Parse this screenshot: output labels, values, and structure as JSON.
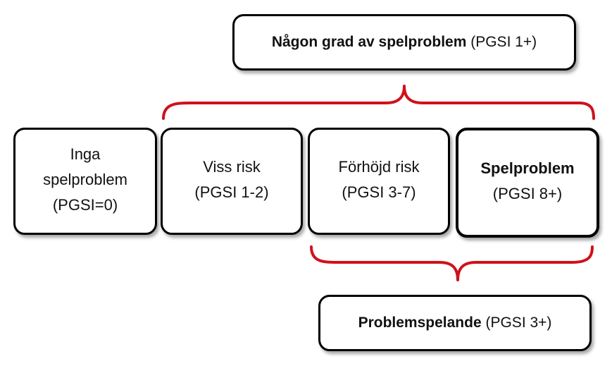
{
  "top_summary": {
    "bold": "Någon grad av spelproblem",
    "rest": " (PGSI 1+)"
  },
  "categories": [
    {
      "line1": "Inga",
      "line2": "spelproblem",
      "line3": "(PGSI=0)"
    },
    {
      "line1": "Viss risk",
      "line2": "(PGSI 1-2)"
    },
    {
      "line1": "Förhöjd risk",
      "line2": "(PGSI 3-7)"
    },
    {
      "line1": "Spelproblem",
      "line2": "(PGSI 8+)"
    }
  ],
  "bottom_summary": {
    "bold": "Problemspelande",
    "rest": " (PGSI 3+)"
  },
  "colors": {
    "bracket": "#d0111b",
    "border": "#000000"
  }
}
